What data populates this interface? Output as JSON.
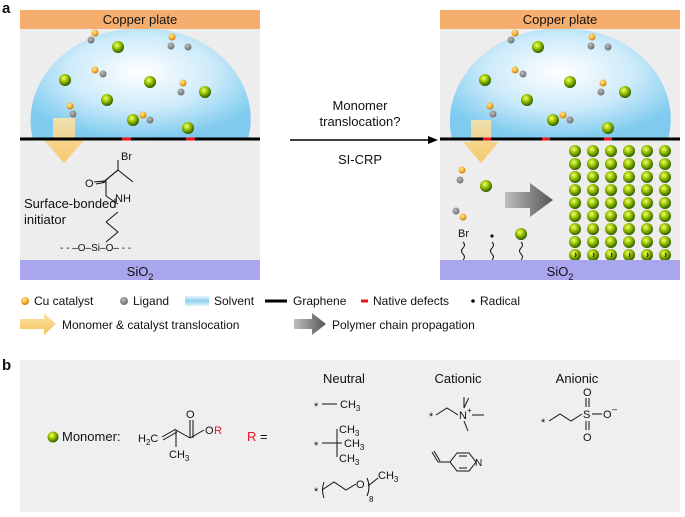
{
  "panel_a": {
    "label": "a",
    "left_scene": {
      "copper_label": "Copper plate",
      "substrate_label": "SiO",
      "substrate_sub": "2",
      "initiator_label_1": "Surface-bonded",
      "initiator_label_2": "initiator",
      "chem_br": "Br",
      "chem_o": "O",
      "chem_nh": "NH",
      "chem_anchor": "–O–Si–O–"
    },
    "arrow": {
      "top_label_1": "Monomer",
      "top_label_2": "translocation?",
      "bottom_label": "SI-CRP"
    },
    "right_scene": {
      "copper_label": "Copper plate",
      "substrate_label": "SiO",
      "substrate_sub": "2",
      "br_label": "Br"
    },
    "legend": {
      "cu_catalyst": "Cu catalyst",
      "ligand": "Ligand",
      "solvent": "Solvent",
      "graphene": "Graphene",
      "native_defects": "Native defects",
      "radical": "Radical",
      "translocation": "Monomer & catalyst translocation",
      "propagation": "Polymer chain propagation"
    },
    "colors": {
      "copper": "#F6AE6E",
      "droplet": "#8DD3F2",
      "substrate": "#A9A6EE",
      "graphene": "#000000",
      "defect": "#E8161D",
      "monomer": "#8DB600",
      "translocation_arrow": "#F9D285",
      "propagation_arrow": "#6B6B6B"
    }
  },
  "panel_b": {
    "label": "b",
    "monomer_label": "Monomer:",
    "formula_h2c": "H",
    "formula_h2c_sub": "2",
    "formula_h2c_c": "C",
    "formula_o": "O",
    "formula_or": "O",
    "formula_r": "R",
    "formula_ch3": "CH",
    "formula_ch3_sub": "3",
    "r_equals": "R =",
    "neutral": "Neutral",
    "cationic": "Cationic",
    "anionic": "Anionic",
    "neutral_1": "CH",
    "neutral_1_sub": "3",
    "neutral_2_a": "CH",
    "neutral_2_a_sub": "3",
    "neutral_2_b": "CH",
    "neutral_2_b_sub": "3",
    "neutral_2_c": "CH",
    "neutral_2_c_sub": "3",
    "neutral_3_o": "O",
    "neutral_3_ch3": "CH",
    "neutral_3_ch3_sub": "3",
    "neutral_3_n": "8",
    "cationic_n": "N",
    "cationic_plus": "+",
    "anionic_s": "S",
    "anionic_o1": "O",
    "anionic_o2": "O",
    "anionic_o3": "O",
    "anionic_minus": "–",
    "star": "*",
    "colors": {
      "r": "#E8161D",
      "panel_bg": "#EFEFEF"
    }
  }
}
